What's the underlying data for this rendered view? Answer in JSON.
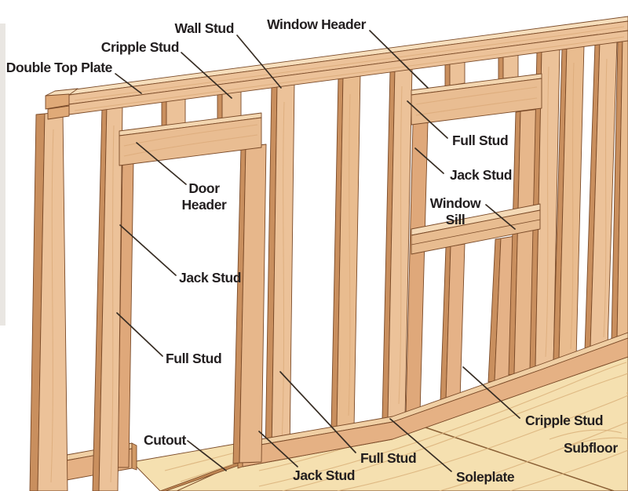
{
  "figure": {
    "type": "wall-framing-diagram",
    "background": "#ffffff"
  },
  "colors": {
    "wood_face": "#ecc299",
    "wood_face_alt": "#e9bc8f",
    "wood_side": "#c98f5e",
    "wood_top": "#f6debc",
    "wood_jack": "#dfa87a",
    "header_face": "#e9bd92",
    "soleplate_face": "#e5b184",
    "floor": "#f5e0b0",
    "floor_grain": "#d9b07a",
    "floor_seam": "#8a6036",
    "outline": "#7a4a28",
    "leader": "#372d24",
    "label_text": "#221e1f"
  },
  "labels": {
    "double_top_plate": {
      "text": "Double Top Plate"
    },
    "cripple_stud_top": {
      "text": "Cripple Stud"
    },
    "wall_stud": {
      "text": "Wall Stud"
    },
    "window_header": {
      "text": "Window Header"
    },
    "full_stud_window": {
      "text": "Full Stud"
    },
    "jack_stud_window": {
      "text": "Jack Stud"
    },
    "window_sill": {
      "line1": "Window",
      "line2": "Sill"
    },
    "door_header": {
      "line1": "Door",
      "line2": "Header"
    },
    "jack_stud_door": {
      "text": "Jack Stud"
    },
    "full_stud_door": {
      "text": "Full Stud"
    },
    "cutout": {
      "text": "Cutout"
    },
    "jack_stud_bottom": {
      "text": "Jack Stud"
    },
    "full_stud_bottom": {
      "text": "Full Stud"
    },
    "soleplate": {
      "text": "Soleplate"
    },
    "cripple_stud_bottom": {
      "text": "Cripple Stud"
    },
    "subfloor": {
      "text": "Subfloor"
    }
  }
}
